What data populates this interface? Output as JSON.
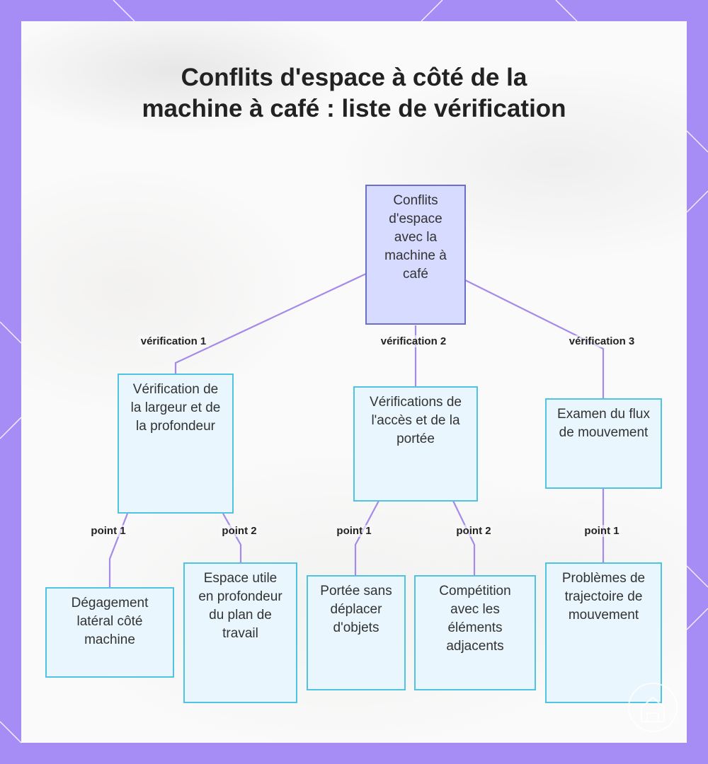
{
  "title": "Conflits d'espace à côté de la machine à café : liste de vérification",
  "colors": {
    "frame": "#a68cf5",
    "root_fill": "#d7dbff",
    "root_border": "#6b6fc8",
    "node_fill": "#eaf6fd",
    "node_border": "#4fc3e0",
    "edge": "#a58ae8"
  },
  "root": {
    "label": "Conflits d'espace avec la machine à café"
  },
  "branches": [
    {
      "edge_label": "vérification 1",
      "label": "Vérification de la largeur et de la profondeur",
      "children": [
        {
          "edge_label": "point 1",
          "label": "Dégagement latéral côté machine"
        },
        {
          "edge_label": "point 2",
          "label": "Espace utile en profondeur du plan de travail"
        }
      ]
    },
    {
      "edge_label": "vérification 2",
      "label": "Vérifications de l'accès et de la portée",
      "children": [
        {
          "edge_label": "point 1",
          "label": "Portée sans déplacer d'objets"
        },
        {
          "edge_label": "point 2",
          "label": "Compétition avec les éléments adjacents"
        }
      ]
    },
    {
      "edge_label": "vérification 3",
      "label": "Examen du flux de mouvement",
      "children": [
        {
          "edge_label": "point 1",
          "label": "Problèmes de trajectoire de mouvement"
        }
      ]
    }
  ]
}
